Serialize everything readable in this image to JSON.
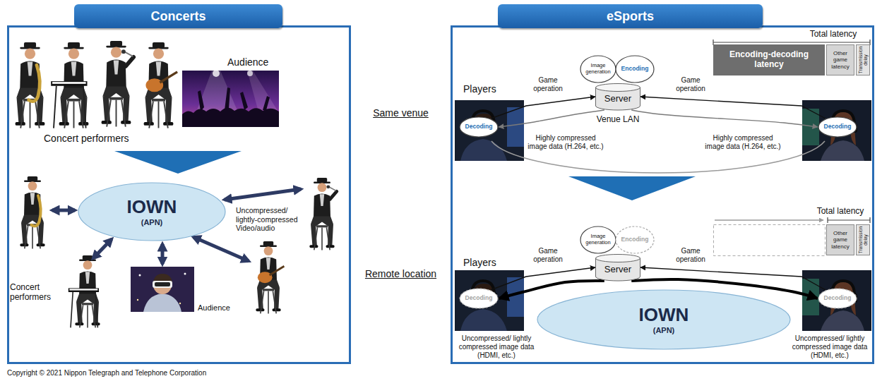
{
  "diagram": {
    "nodes": [
      {
        "text": [
          "Concerts"
        ]
      },
      {
        "text": [
          "IOWN",
          "(APN)"
        ],
        "in": 0
      },
      {
        "text": [
          "eSports"
        ]
      },
      {
        "text": [
          "Server"
        ],
        "in": 2
      },
      {
        "text": [
          "Image generation"
        ],
        "in": 2
      },
      {
        "text": [
          "Encoding"
        ],
        "in": 2
      },
      {
        "text": [
          "Decoding"
        ],
        "in": 2
      },
      {
        "text": [
          "Decoding"
        ],
        "in": 2
      },
      {
        "text": [
          "Encoding-decoding latency"
        ],
        "in": 2
      },
      {
        "text": [
          "Other game latency"
        ],
        "in": 2
      },
      {
        "text": [
          "Transmission delay"
        ],
        "in": 2
      },
      {
        "text": [
          "Server"
        ],
        "in": 2
      },
      {
        "text": [
          "Image generation"
        ],
        "in": 2
      },
      {
        "text": [
          "Encoding"
        ],
        "in": 2
      },
      {
        "text": [
          "IOWN",
          "(APN)"
        ],
        "in": 2
      },
      {
        "text": [
          "Decoding"
        ],
        "in": 2
      },
      {
        "text": [
          "Decoding"
        ],
        "in": 2
      },
      {
        "text": [
          "Other game latency"
        ],
        "in": 2
      },
      {
        "text": [
          "Transmission delay"
        ],
        "in": 2
      }
    ],
    "edges": [
      {
        "from": 6,
        "to": 3,
        "label": "Game operation",
        "arrow": "to"
      },
      {
        "from": 7,
        "to": 3,
        "label": "Game operation",
        "arrow": "to"
      },
      {
        "from": 3,
        "to": 6,
        "label": "Highly compressed image data (H.264, etc.)",
        "arrow": "to"
      },
      {
        "from": 3,
        "to": 7,
        "label": "Highly compressed image data (H.264, etc.)",
        "arrow": "to"
      },
      {
        "from": 15,
        "to": 11,
        "label": "Game operation",
        "arrow": "to"
      },
      {
        "from": 16,
        "to": 11,
        "label": "Game operation",
        "arrow": "to"
      },
      {
        "from": 11,
        "to": 15,
        "label": "Uncompressed/ lightly compressed image data (HDMI, etc.)",
        "arrow": "to"
      },
      {
        "from": 11,
        "to": 16,
        "label": "Uncompressed/ lightly compressed image data (HDMI, etc.)",
        "arrow": "to"
      }
    ],
    "labels": [
      "Audience",
      "Concert performers",
      "Uncompressed/ lightly-compressed Video/audio",
      "Concert performers",
      "Audience",
      "Copyright © 2021 Nippon Telegraph and Telephone Corporation",
      "Same venue",
      "Remote location",
      "Players",
      "Venue LAN",
      "Total latency",
      "Players",
      "Total latency"
    ]
  }
}
